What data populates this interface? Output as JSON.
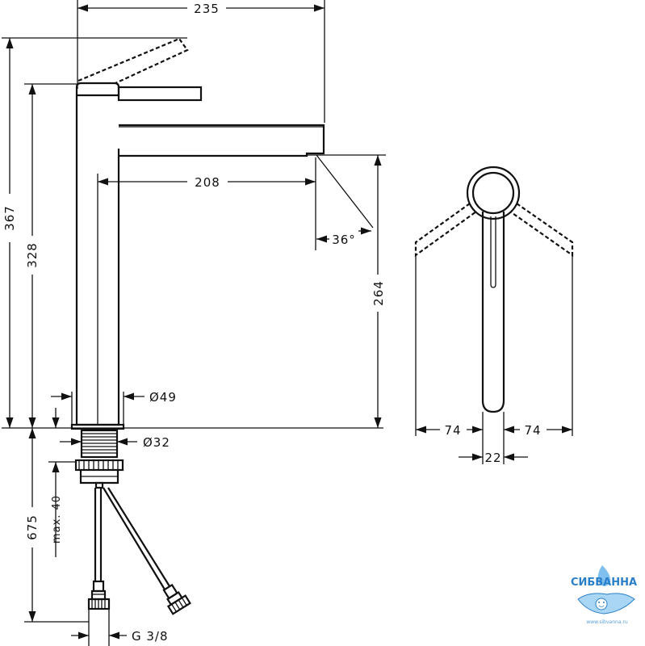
{
  "dimensions": {
    "width_total": "235",
    "height_total": "367",
    "height_body": "328",
    "spout_reach": "208",
    "spout_angle": "36°",
    "spout_height": "264",
    "base_diameter": "Ø49",
    "shank_diameter": "Ø32",
    "below_counter": "675",
    "max_counter": "max. 40",
    "connection_thread": "G 3/8",
    "side_left": "74",
    "side_right": "74",
    "side_width": "22"
  },
  "logo": {
    "name": "СИБВАННА",
    "url": "www.sibvanna.ru"
  },
  "colors": {
    "line": "#111111",
    "logo_blue": "#2a7fc9"
  }
}
